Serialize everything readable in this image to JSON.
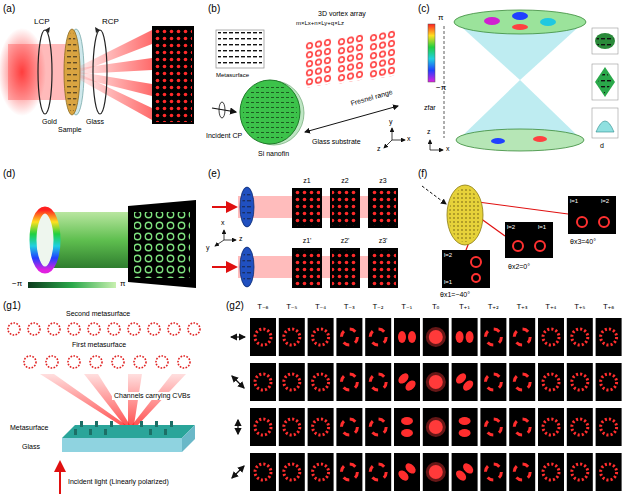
{
  "diagram": {
    "labels": [
      "(a)",
      "LCP",
      "RCP",
      "Gold",
      "Sample",
      "Glass",
      "(b)",
      "3D vortex array",
      "m×Lx+n×Ly+q×Lz",
      "Metasurface",
      "Incident CP",
      "Glass substrate",
      "Si nanofin",
      "Fresnel range",
      "x",
      "y",
      "z",
      "(c)",
      "π",
      "−π",
      "zfar",
      "x",
      "z",
      "d",
      "(d)",
      "−π",
      "π",
      "(e)",
      "z1",
      "z2",
      "z3",
      "z1'",
      "z2'",
      "z3'",
      "x",
      "y",
      "z",
      "(f)",
      "l=2",
      "l=1",
      "l=2",
      "l=1",
      "l=1",
      "l=2",
      "θx1=−40°",
      "θx2=0°",
      "θx3=40°",
      "(g1)",
      "Second metasurface",
      "First metasurface",
      "Channels carrying CVBs",
      "Metasurface",
      "Glass",
      "Incident light (Linearly polarized)",
      "(g2)",
      "T₋₆",
      "T₋₅",
      "T₋₄",
      "T₋₃",
      "T₋₂",
      "T₋₁",
      "T₀",
      "T₊₁",
      "T₊₂",
      "T₊₃",
      "T₊₄",
      "T₊₅",
      "T₊₆"
    ]
  }
}
